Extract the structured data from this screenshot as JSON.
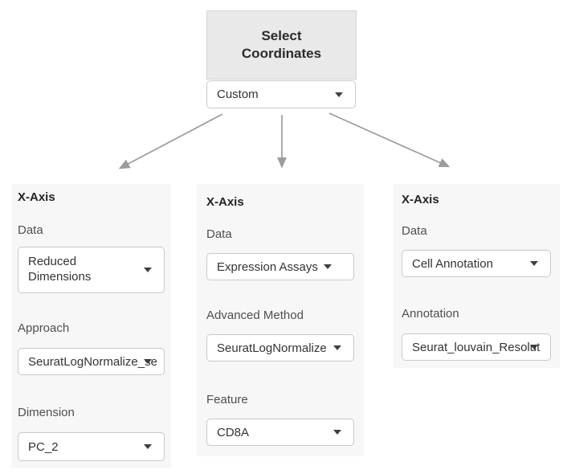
{
  "flow": {
    "root_title": "Select Coordinates",
    "root_selector_value": "Custom"
  },
  "panels": [
    {
      "header": "X-Axis",
      "fields": [
        {
          "label": "Data",
          "value": "Reduced Dimensions"
        },
        {
          "label": "Approach",
          "value": "SeuratLogNormalize_se"
        },
        {
          "label": "Dimension",
          "value": "PC_2"
        }
      ]
    },
    {
      "header": "X-Axis",
      "fields": [
        {
          "label": "Data",
          "value": "Expression Assays"
        },
        {
          "label": "Advanced Method",
          "value": "SeuratLogNormalize"
        },
        {
          "label": "Feature",
          "value": "CD8A"
        }
      ]
    },
    {
      "header": "X-Axis",
      "fields": [
        {
          "label": "Data",
          "value": "Cell Annotation"
        },
        {
          "label": "Annotation",
          "value": "Seurat_louvain_Resolut"
        }
      ]
    }
  ],
  "colors": {
    "panel_bg": "#f7f7f7",
    "root_box_bg": "#e9e9e9",
    "control_border": "#c9c9c9",
    "arrow": "#9c9c9c",
    "heading_text": "#212529",
    "label_text": "#4f4f4f"
  }
}
